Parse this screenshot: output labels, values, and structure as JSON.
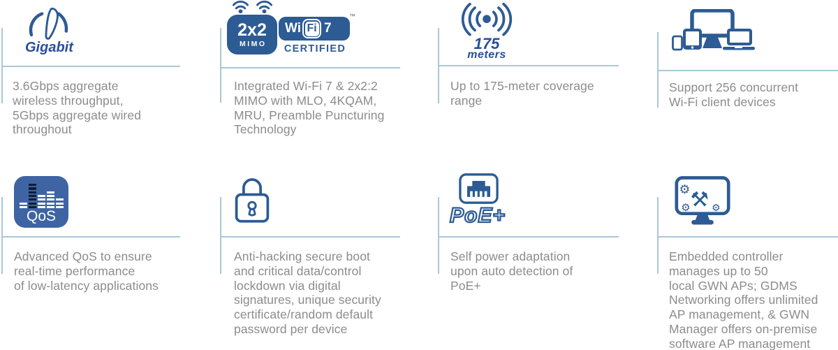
{
  "colors": {
    "icon_blue": "#2d5b94",
    "label_blue": "#2a4f9c",
    "qos_fill": "#3e64a3",
    "qos_dark_bar": "#0d1c38",
    "divider_light_blue": "#aac7d7",
    "body_text_gray": "#8c8c8c"
  },
  "glyphs": {
    "gear": "⚙",
    "crossed_tools": "⚒"
  },
  "features": [
    {
      "name": "gigabit-throughput",
      "icon": "speedometer-icon",
      "icon_label": "Gigabit",
      "description": "3.6Gbps aggregate\nwireless throughput,\n5Gbps aggregate wired\nthroughout"
    },
    {
      "name": "wifi7-mimo",
      "icon": "wifi7-certified-badge",
      "mimo_badge": {
        "line1": "2x2",
        "line2": "MIMO"
      },
      "wifi7_badge": {
        "wi": "Wi",
        "fi": "Fi",
        "seven": "7",
        "trademark": "™",
        "certified": "CERTIFIED"
      },
      "description": "Integrated Wi-Fi 7 & 2x2:2\nMIMO with MLO, 4KQAM,\nMRU, Preamble Puncturing\nTechnology"
    },
    {
      "name": "coverage-range",
      "icon": "wireless-coverage-icon",
      "icon_label_value": "175",
      "icon_label_unit": "meters",
      "description": "Up to 175-meter coverage\nrange"
    },
    {
      "name": "client-capacity",
      "icon": "client-devices-icon",
      "description": "Support 256 concurrent\nWi-Fi client devices"
    },
    {
      "name": "advanced-qos",
      "icon": "qos-equalizer-icon",
      "icon_label": "QoS",
      "description": "Advanced QoS to ensure\nreal-time performance\nof low-latency applications"
    },
    {
      "name": "anti-hacking-security",
      "icon": "padlock-icon",
      "description": "Anti-hacking secure boot\nand critical data/control\nlockdown via digital\nsignatures, unique security\ncertificate/random default\npassword per device"
    },
    {
      "name": "poe-power",
      "icon": "ethernet-port-icon",
      "icon_label": "PoE+",
      "description": "Self power adaptation\nupon auto detection of\nPoE+"
    },
    {
      "name": "embedded-controller",
      "icon": "controller-monitor-icon",
      "description": "Embedded controller\nmanages up to 50\nlocal GWN APs; GDMS\nNetworking offers unlimited\nAP management, & GWN\nManager offers on-premise\nsoftware AP management"
    }
  ]
}
